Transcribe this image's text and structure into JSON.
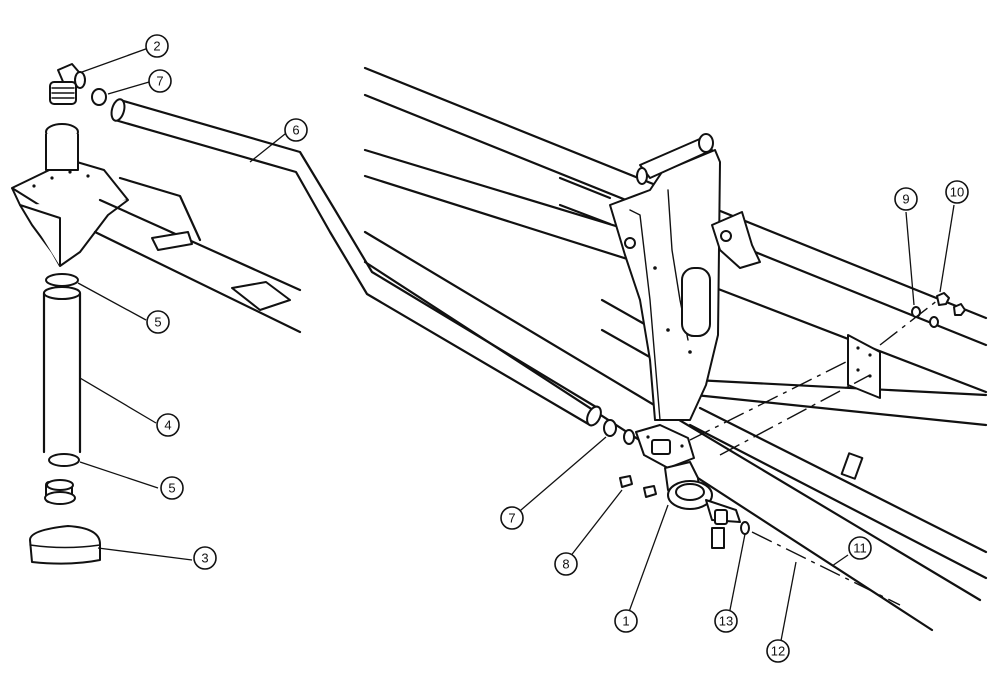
{
  "callouts": [
    {
      "id": "c2",
      "label": "2"
    },
    {
      "id": "c7a",
      "label": "7"
    },
    {
      "id": "c6",
      "label": "6"
    },
    {
      "id": "c5a",
      "label": "5"
    },
    {
      "id": "c4",
      "label": "4"
    },
    {
      "id": "c5b",
      "label": "5"
    },
    {
      "id": "c3",
      "label": "3"
    },
    {
      "id": "c9",
      "label": "9"
    },
    {
      "id": "c10",
      "label": "10"
    },
    {
      "id": "c7b",
      "label": "7"
    },
    {
      "id": "c8",
      "label": "8"
    },
    {
      "id": "c1",
      "label": "1"
    },
    {
      "id": "c13",
      "label": "13"
    },
    {
      "id": "c11",
      "label": "11"
    },
    {
      "id": "c12",
      "label": "12"
    }
  ]
}
